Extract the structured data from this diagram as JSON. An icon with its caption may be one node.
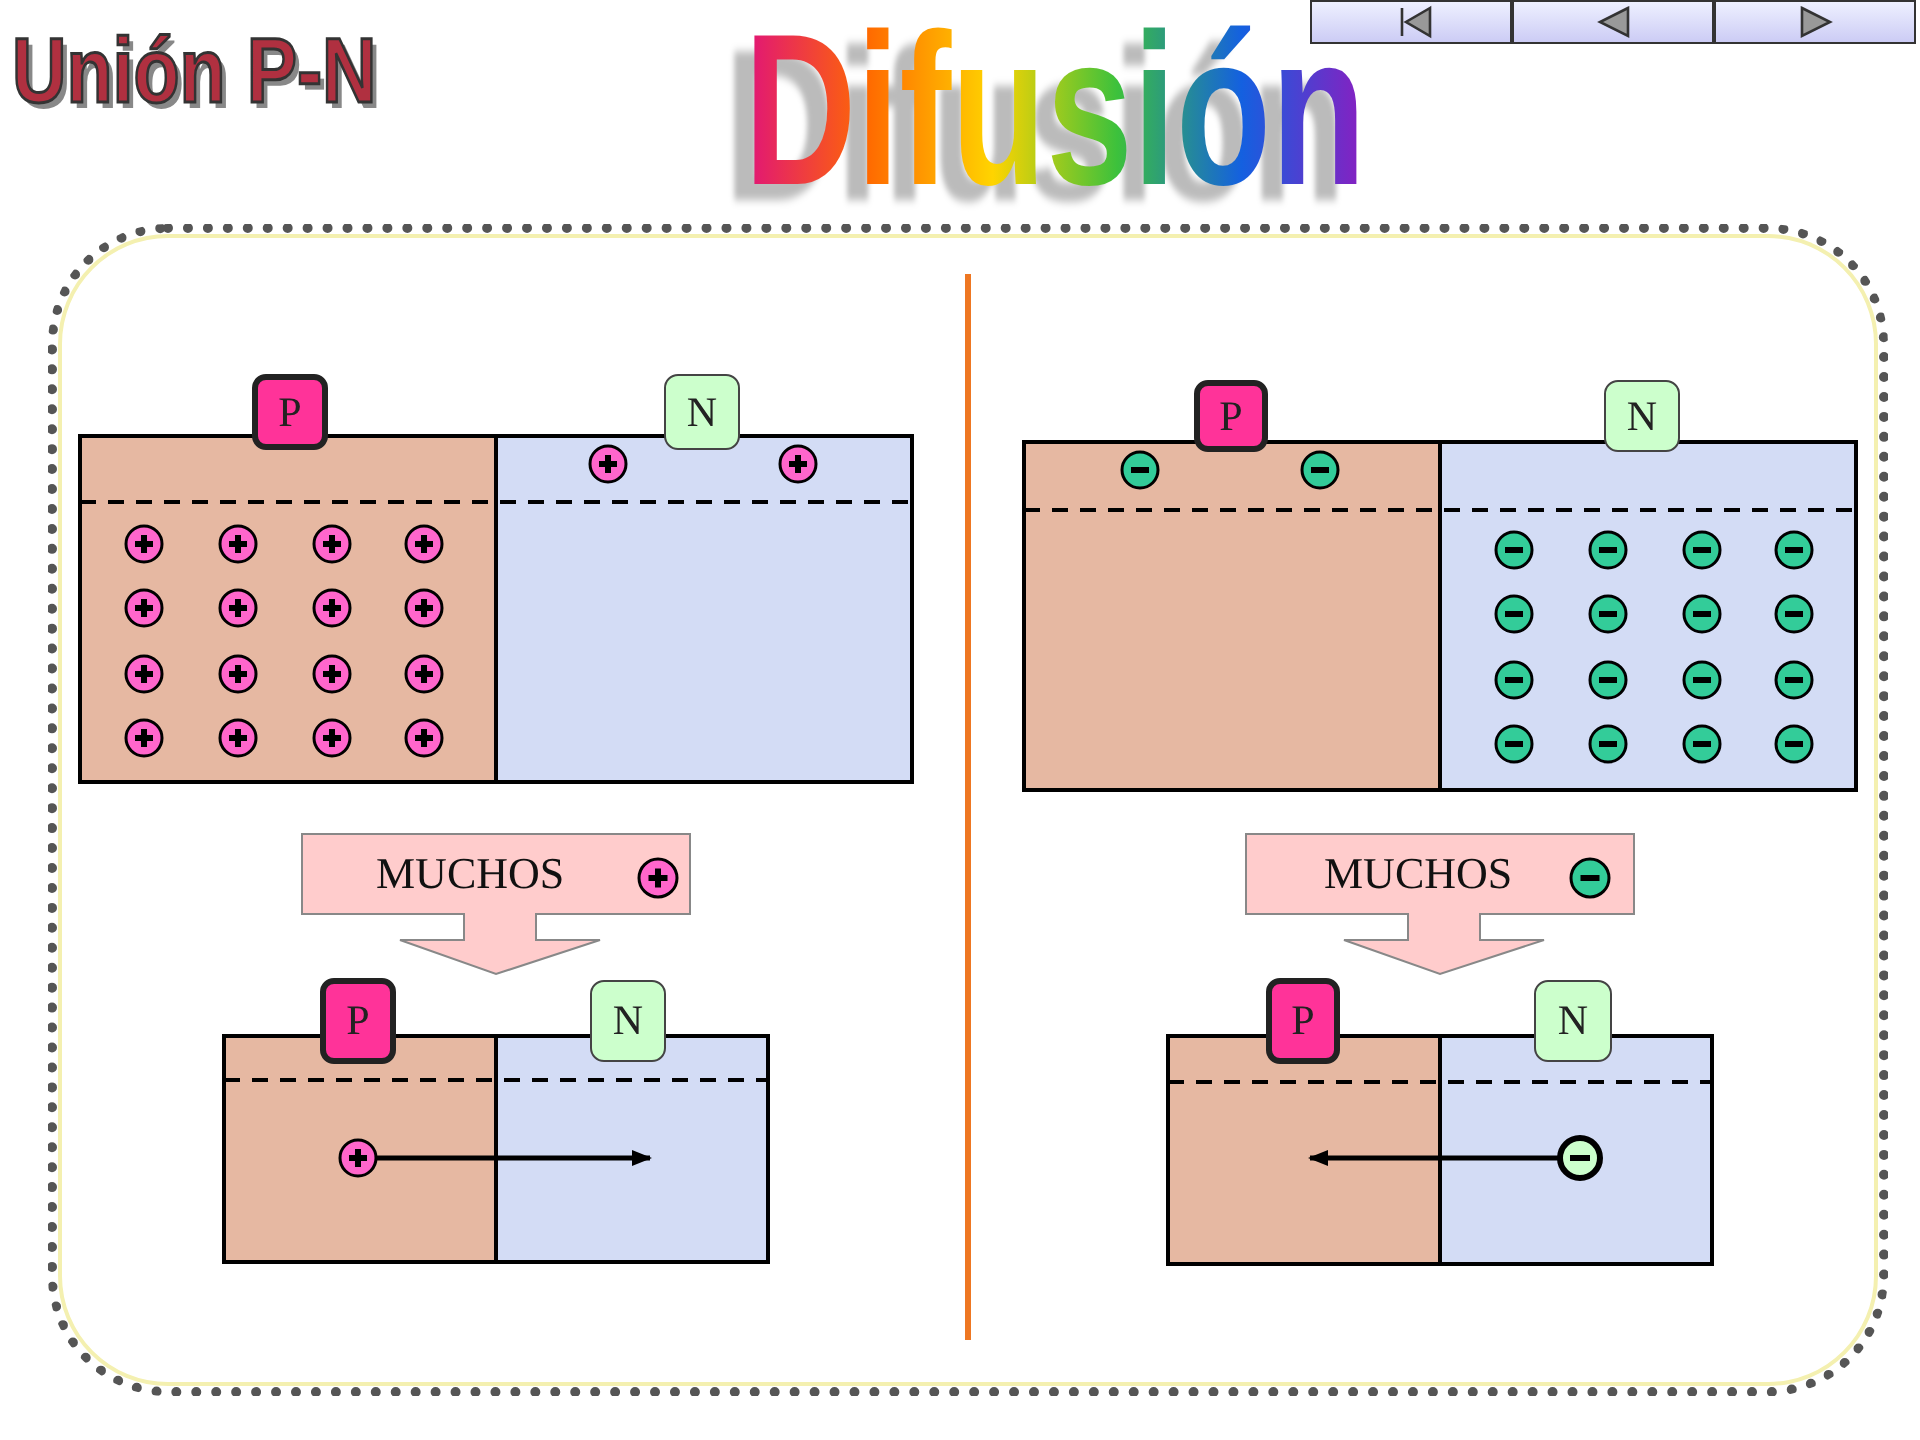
{
  "diagram": {
    "title": "Difusión",
    "nodes": [
      {
        "text": [
          "P"
        ]
      },
      {
        "text": [
          "N"
        ]
      },
      {
        "text": [
          "P"
        ]
      },
      {
        "text": [
          "N"
        ]
      },
      {
        "text": [
          "MUCHOS"
        ]
      },
      {
        "text": [
          "MUCHOS"
        ]
      },
      {
        "text": [
          "P"
        ]
      },
      {
        "text": [
          "N"
        ]
      },
      {
        "text": [
          "P"
        ]
      },
      {
        "text": [
          "N"
        ]
      }
    ],
    "labels": [
      "Unión P-N"
    ]
  }
}
